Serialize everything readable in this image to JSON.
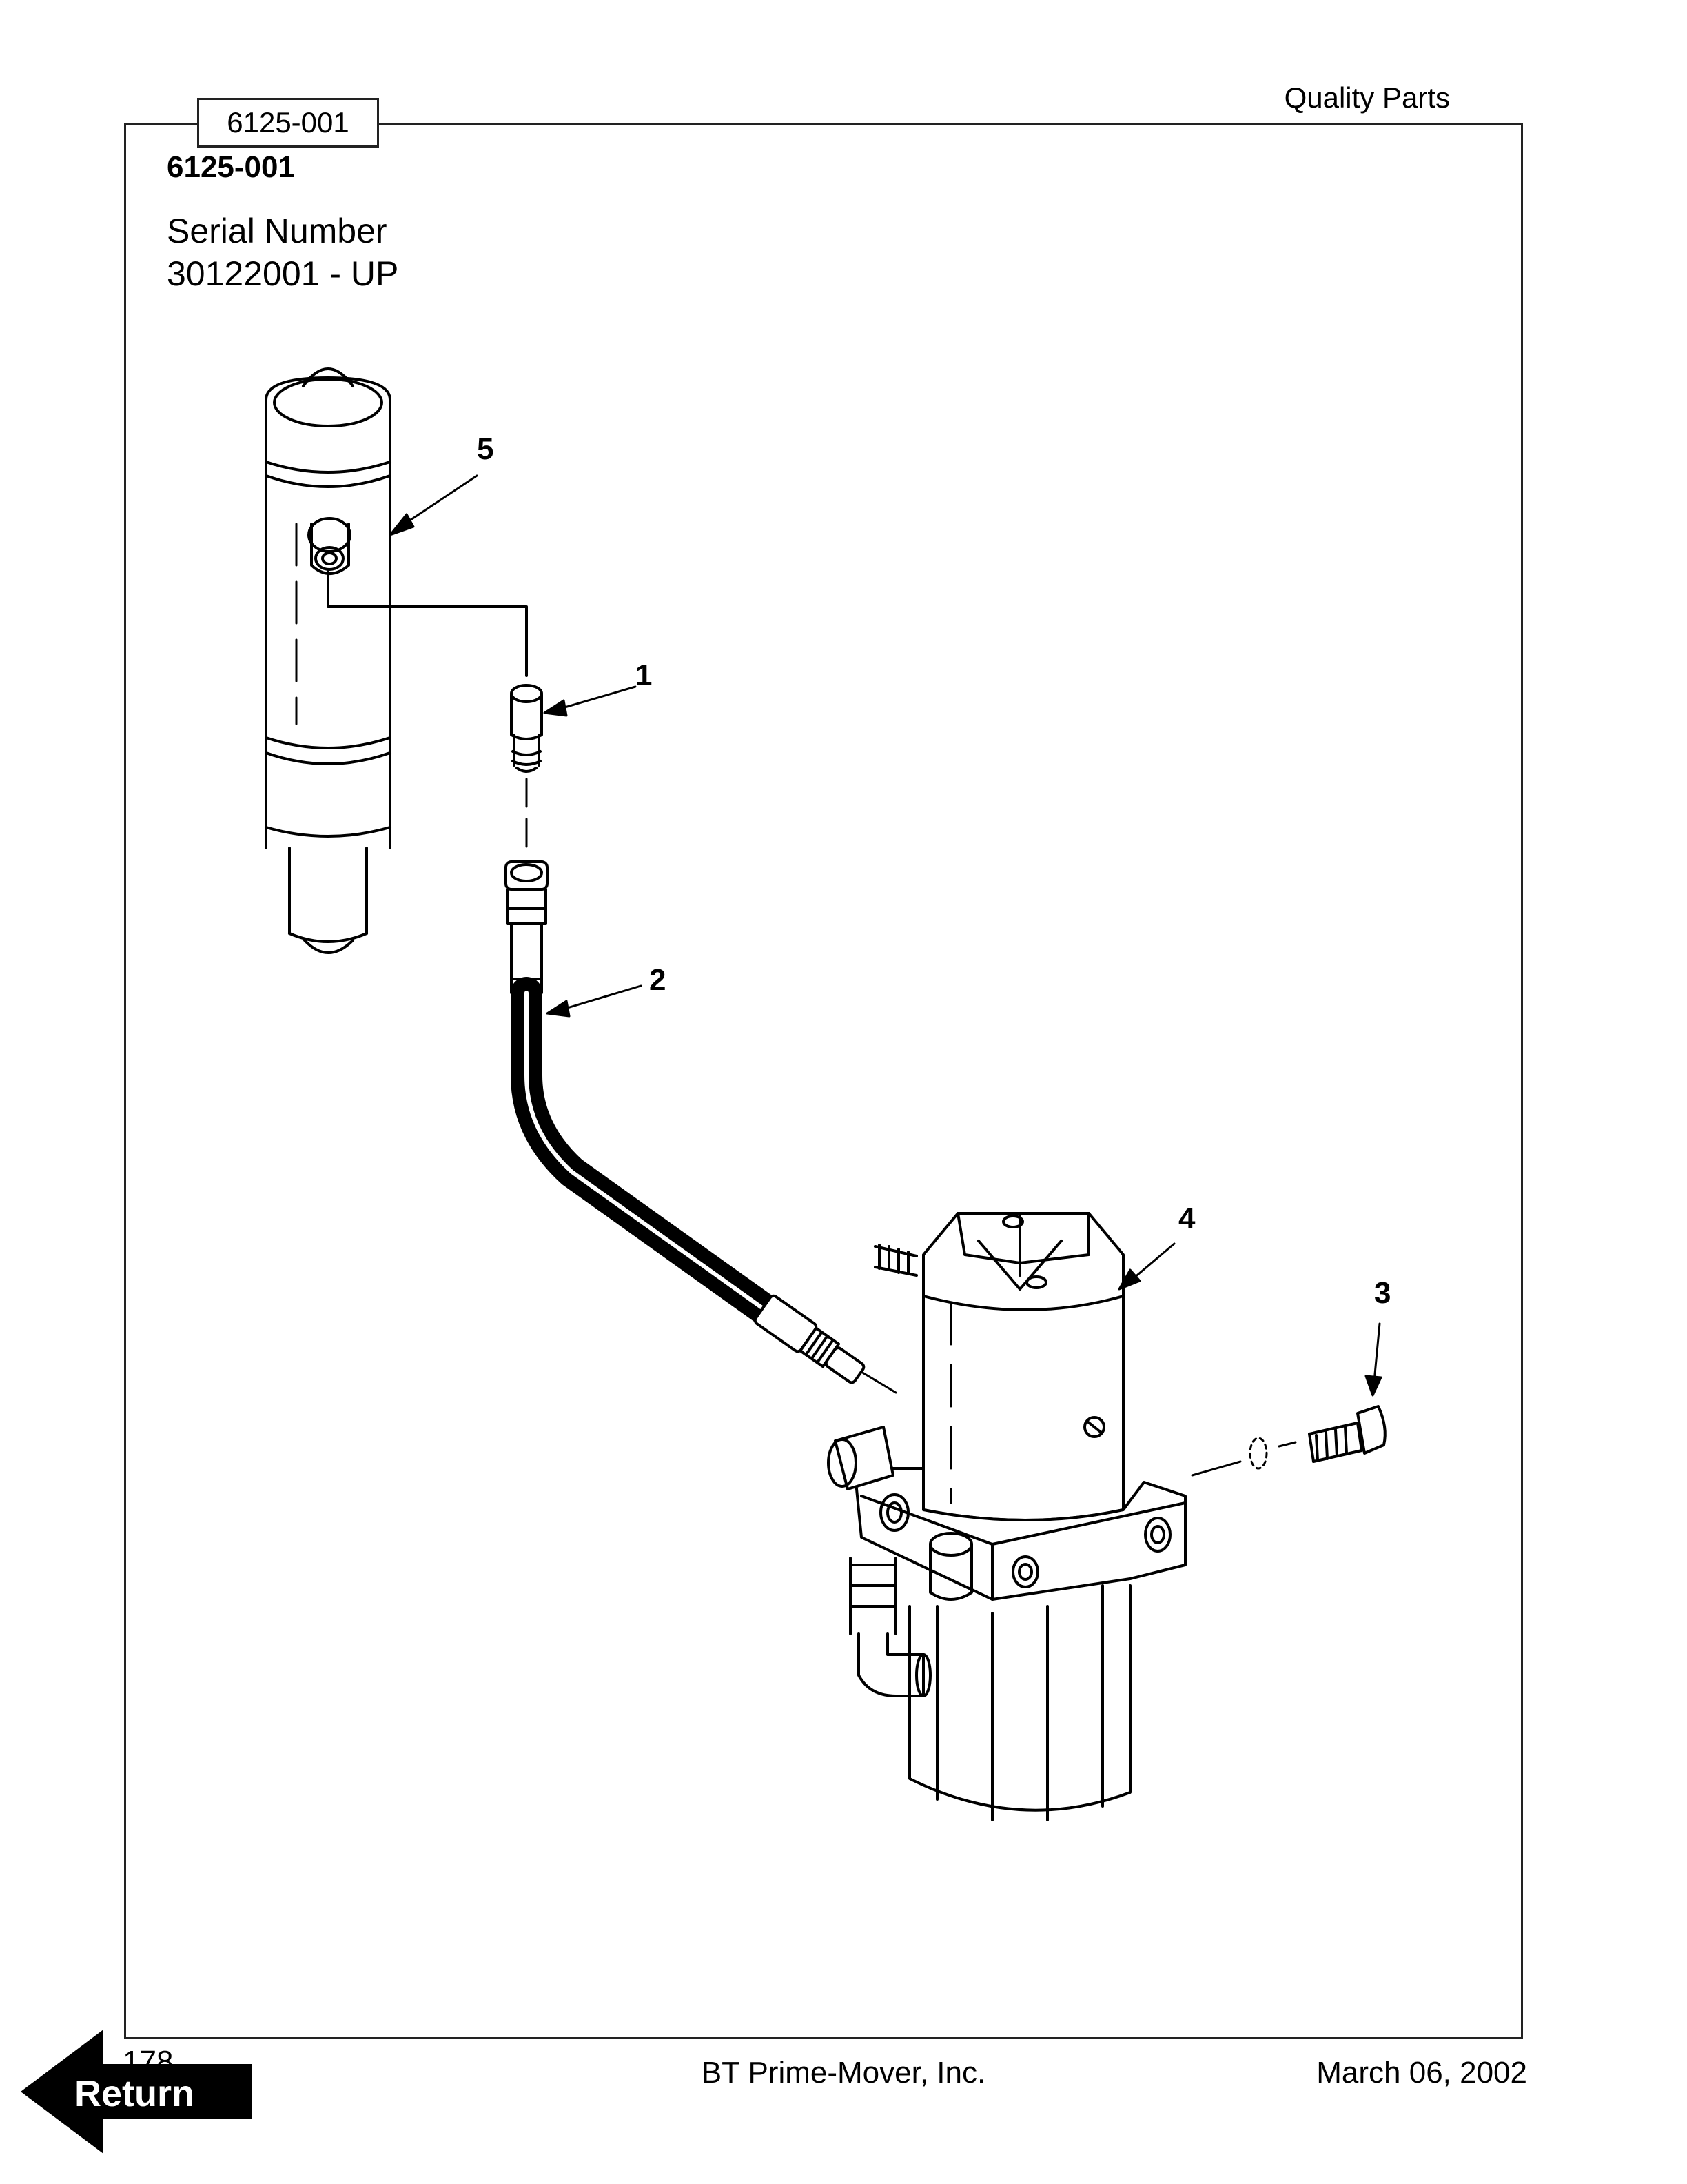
{
  "header": {
    "tab_label": "6125-001",
    "right_text": "Quality Parts"
  },
  "content": {
    "part_title": "6125-001",
    "serial_label": "Serial Number",
    "serial_range": "30122001 - UP"
  },
  "callouts": {
    "c1": "1",
    "c2": "2",
    "c3": "3",
    "c4": "4",
    "c5": "5"
  },
  "footer": {
    "page_number": "178",
    "company": "BT Prime-Mover, Inc.",
    "date": "March 06, 2002"
  },
  "nav": {
    "return_label": "Return"
  },
  "colors": {
    "line": "#000000",
    "background": "#ffffff"
  }
}
